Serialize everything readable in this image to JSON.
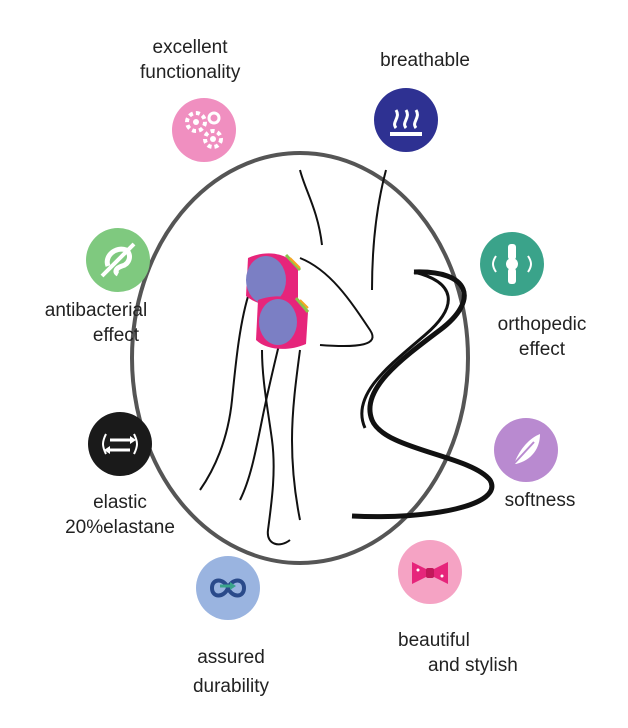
{
  "features": [
    {
      "id": "functionality",
      "lines": [
        "excellent",
        "functionality"
      ],
      "icon": "gears-icon",
      "color": "#f08fc0"
    },
    {
      "id": "breathable",
      "lines": [
        "breathable"
      ],
      "icon": "steam-icon",
      "color": "#2e3192"
    },
    {
      "id": "antibacterial",
      "lines": [
        "antibacterial",
        "effect"
      ],
      "icon": "antibacterial-icon",
      "color": "#7fc97f"
    },
    {
      "id": "orthopedic",
      "lines": [
        "orthopedic",
        "effect"
      ],
      "icon": "knee-joint-icon",
      "color": "#3aa38a"
    },
    {
      "id": "elastic",
      "lines": [
        "elastic",
        "20%elastane"
      ],
      "icon": "stretch-arrows-icon",
      "color": "#1a1a1a"
    },
    {
      "id": "softness",
      "lines": [
        "softness"
      ],
      "icon": "feather-icon",
      "color": "#b98ad0"
    },
    {
      "id": "durability",
      "lines": [
        "assured",
        "durability"
      ],
      "icon": "infinity-arrows-icon",
      "color": "#9ab4e0"
    },
    {
      "id": "stylish",
      "lines": [
        "beautiful",
        "and stylish"
      ],
      "icon": "bow-icon",
      "color": "#f5a3c4"
    }
  ]
}
